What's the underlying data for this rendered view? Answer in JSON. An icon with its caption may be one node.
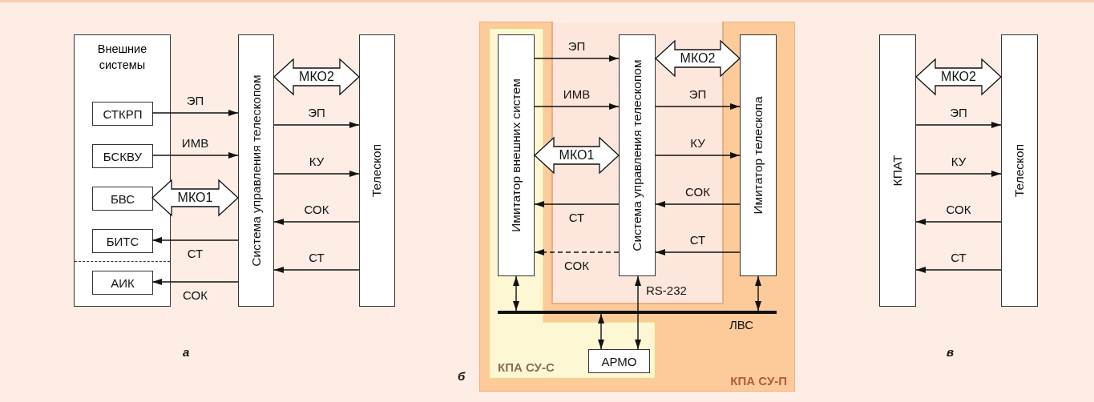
{
  "diagram": {
    "nodes": [
      {
        "text": [
          "Внешние системы"
        ]
      },
      {
        "text": [
          "СТКРП"
        ],
        "in": 0
      },
      {
        "text": [
          "БСКВУ"
        ],
        "in": 0
      },
      {
        "text": [
          "БВС"
        ],
        "in": 0
      },
      {
        "text": [
          "БИТС"
        ],
        "in": 0
      },
      {
        "text": [
          "АИК"
        ],
        "in": 0
      },
      {
        "text": [
          "Система управления телескопом"
        ]
      },
      {
        "text": [
          "Телескоп"
        ]
      },
      {
        "text": [
          "КПА СУ-П"
        ]
      },
      {
        "text": [
          "КПА СУ-С"
        ],
        "in": 8
      },
      {
        "text": [
          "Имитатор внешних систем"
        ],
        "in": 9
      },
      {
        "text": [
          "Система управления телескопом"
        ],
        "in": 8
      },
      {
        "text": [
          "Имитатор телескопа"
        ],
        "in": 8
      },
      {
        "text": [],
        "shape": "bar",
        "beside": [
          "ЛВС"
        ],
        "in": 8
      },
      {
        "text": [
          "АРМО"
        ],
        "in": 9
      },
      {
        "text": [
          "КПАТ"
        ]
      },
      {
        "text": [
          "Телескоп"
        ]
      }
    ],
    "edges": [
      {
        "from": 1,
        "to": 6,
        "arrow": "to",
        "label": "ЭП"
      },
      {
        "from": 2,
        "to": 6,
        "arrow": "to",
        "label": "ИМВ"
      },
      {
        "from": 3,
        "to": 6,
        "arrow": "both",
        "label": "МКО1",
        "style": "thick"
      },
      {
        "from": 6,
        "to": 4,
        "arrow": "to",
        "label": "СТ"
      },
      {
        "from": 6,
        "to": 5,
        "arrow": "to",
        "label": "СОК"
      },
      {
        "from": 6,
        "to": 7,
        "arrow": "both",
        "label": "МКО2",
        "style": "thick"
      },
      {
        "from": 6,
        "to": 7,
        "arrow": "to",
        "label": "ЭП"
      },
      {
        "from": 6,
        "to": 7,
        "arrow": "to",
        "label": "КУ"
      },
      {
        "from": 7,
        "to": 6,
        "arrow": "to",
        "label": "СОК"
      },
      {
        "from": 7,
        "to": 6,
        "arrow": "to",
        "label": "СТ"
      },
      {
        "from": 10,
        "to": 11,
        "arrow": "to",
        "label": "ЭП"
      },
      {
        "from": 10,
        "to": 11,
        "arrow": "to",
        "label": "ИМВ"
      },
      {
        "from": 10,
        "to": 11,
        "arrow": "both",
        "label": "МКО1",
        "style": "thick"
      },
      {
        "from": 11,
        "to": 10,
        "arrow": "to",
        "label": "СТ"
      },
      {
        "from": 11,
        "to": 10,
        "arrow": "to",
        "label": "СОК",
        "style": "dashed"
      },
      {
        "from": 11,
        "to": 12,
        "arrow": "both",
        "label": "МКО2",
        "style": "thick"
      },
      {
        "from": 11,
        "to": 12,
        "arrow": "to",
        "label": "ЭП"
      },
      {
        "from": 11,
        "to": 12,
        "arrow": "to",
        "label": "КУ"
      },
      {
        "from": 12,
        "to": 11,
        "arrow": "to",
        "label": "СОК"
      },
      {
        "from": 12,
        "to": 11,
        "arrow": "to",
        "label": "СТ"
      },
      {
        "from": 10,
        "to": 13,
        "arrow": "both"
      },
      {
        "from": 12,
        "to": 13,
        "arrow": "both"
      },
      {
        "from": 13,
        "to": 14,
        "arrow": "both"
      },
      {
        "from": 11,
        "to": 14,
        "arrow": "both",
        "label": "RS-232"
      },
      {
        "from": 15,
        "to": 16,
        "arrow": "both",
        "label": "МКО2",
        "style": "thick"
      },
      {
        "from": 15,
        "to": 16,
        "arrow": "to",
        "label": "ЭП"
      },
      {
        "from": 15,
        "to": 16,
        "arrow": "to",
        "label": "КУ"
      },
      {
        "from": 16,
        "to": 15,
        "arrow": "to",
        "label": "СОК"
      },
      {
        "from": 16,
        "to": 15,
        "arrow": "to",
        "label": "СТ"
      }
    ],
    "labels": [
      "а",
      "б",
      "в"
    ]
  }
}
